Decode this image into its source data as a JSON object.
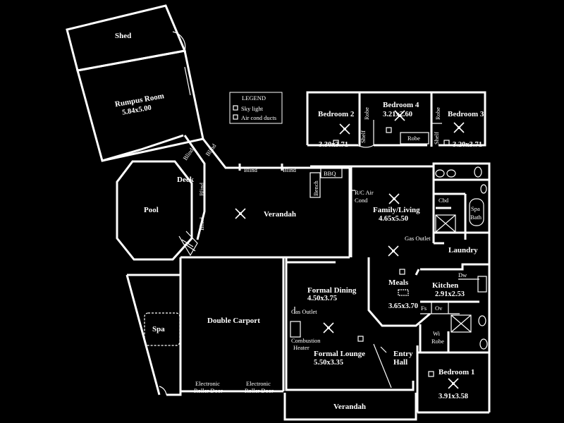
{
  "legend": {
    "title": "LEGEND",
    "items": [
      {
        "label": "Sky light",
        "icon": "skylight-icon"
      },
      {
        "label": "Air cond ducts",
        "icon": "aircon-duct-icon"
      }
    ]
  },
  "rooms": {
    "shed": {
      "name": "Shed"
    },
    "rumpus": {
      "name": "Rumpus Room",
      "size": "5.84x5.00"
    },
    "bed2": {
      "name": "Bedroom 2",
      "size": "3.30x3.71",
      "robe": "Robe",
      "shelf": "Shelf"
    },
    "bed4": {
      "name": "Bedroom 4",
      "size": "3.21x2.60",
      "robe": "Robe",
      "shelf": "Shelf"
    },
    "bed3": {
      "name": "Bedroom 3",
      "size": "3.20x3.71",
      "robe": "Robe"
    },
    "pool": {
      "name": "Pool"
    },
    "deck": {
      "name": "Deck"
    },
    "verandah_back": {
      "name": "Verandah"
    },
    "bbq": {
      "name": "BBQ"
    },
    "bench": {
      "name": "Bench"
    },
    "family": {
      "name": "Family/Living",
      "size": "4.65x5.50"
    },
    "aircon": {
      "line1": "R/C Air",
      "line2": "Cond"
    },
    "gas_outlet_family": {
      "name": "Gas Outlet"
    },
    "cbd": {
      "name": "Cbd"
    },
    "spa_bath": {
      "line1": "Spa",
      "line2": "Bath"
    },
    "laundry": {
      "name": "Laundry"
    },
    "dw": {
      "name": "Dw"
    },
    "kitchen": {
      "name": "Kitchen",
      "size": "2.91x2.53"
    },
    "fs": {
      "name": "Fs"
    },
    "ov": {
      "name": "Ov"
    },
    "meals": {
      "name": "Meals",
      "size": "3.65x3.70"
    },
    "spa": {
      "name": "Spa"
    },
    "carport": {
      "name": "Double Carport"
    },
    "formal_dining": {
      "name": "Formal Dining",
      "size": "4.50x3.75"
    },
    "gas_outlet_dining": {
      "name": "Gas Outlet"
    },
    "combustion": {
      "line1": "Combustion",
      "line2": "Heater"
    },
    "formal_lounge": {
      "name": "Formal Lounge",
      "size": "5.50x3.35"
    },
    "entry": {
      "line1": "Entry",
      "line2": "Hall"
    },
    "wi_robe": {
      "line1": "Wi",
      "line2": "Robe"
    },
    "bed1": {
      "name": "Bedroom 1",
      "size": "3.91x3.58"
    },
    "verandah_front": {
      "name": "Verandah"
    },
    "roller_door_1": {
      "line1": "Electronic",
      "line2": "Roller Door"
    },
    "roller_door_2": {
      "line1": "Electronic",
      "line2": "Roller Door"
    },
    "blinds": [
      "Blind",
      "Blind",
      "Blind",
      "Blind",
      "Blind",
      "Blind"
    ]
  }
}
